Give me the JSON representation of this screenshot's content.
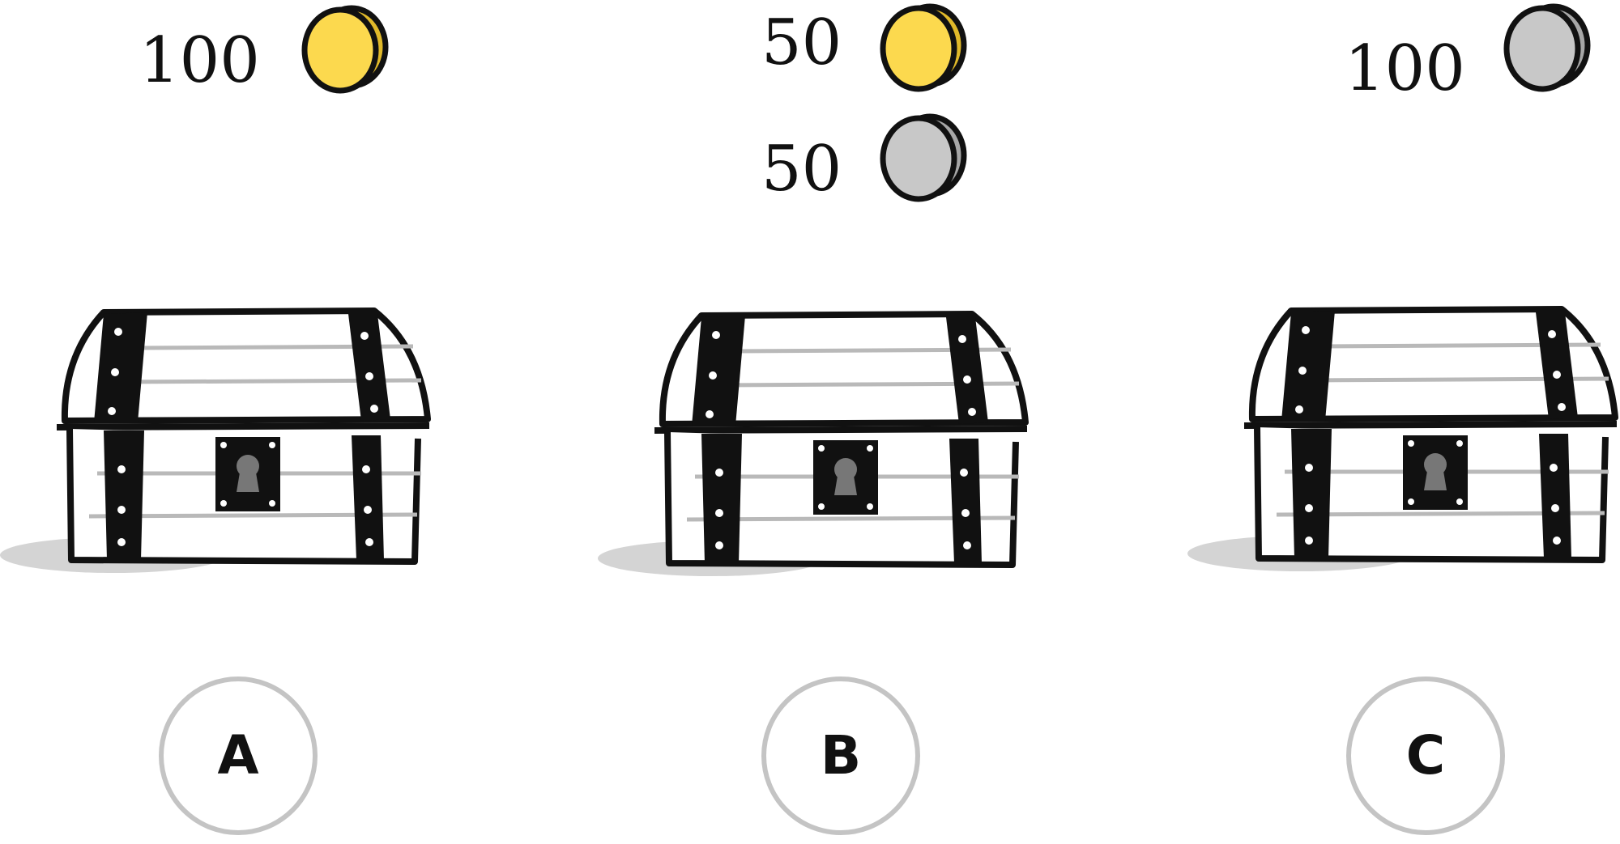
{
  "chests": [
    {
      "id": "A",
      "coins": [
        {
          "amount": "100",
          "metal": "gold"
        }
      ],
      "option_label": "A"
    },
    {
      "id": "B",
      "coins": [
        {
          "amount": "50",
          "metal": "gold"
        },
        {
          "amount": "50",
          "metal": "silver"
        }
      ],
      "option_label": "B"
    },
    {
      "id": "C",
      "coins": [
        {
          "amount": "100",
          "metal": "silver"
        }
      ],
      "option_label": "C"
    }
  ],
  "colors": {
    "gold": "#fcd94e",
    "gold_dark": "#e0b92a",
    "silver": "#c8c8c8",
    "silver_dark": "#a6a6a6",
    "outline": "#111111",
    "stripe": "#b9b9b9",
    "shadow": "#d4d4d4",
    "button_ring": "#c4c4c4"
  },
  "icons": {
    "gold_coin": "gold-coin-icon",
    "silver_coin": "silver-coin-icon",
    "chest": "treasure-chest-icon",
    "keyhole": "keyhole-icon"
  }
}
